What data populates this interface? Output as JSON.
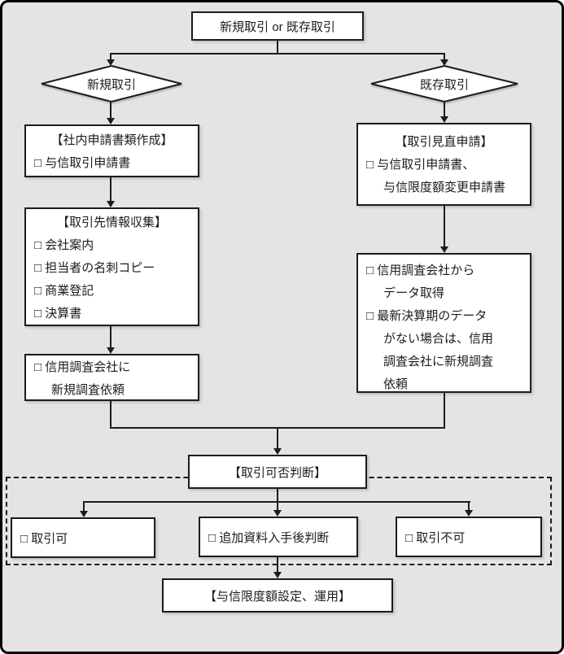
{
  "colors": {
    "background": "#e4e4e4",
    "box_background": "#ffffff",
    "line": "#1c1c1c",
    "text": "#1c1c1c"
  },
  "top_box": {
    "label": "新規取引 or 既存取引"
  },
  "branches": {
    "new": {
      "label": "新規取引"
    },
    "existing": {
      "label": "既存取引"
    }
  },
  "new_path": {
    "box_internal_application": {
      "title": "【社内申請書類作成】",
      "item1": "□ 与信取引申請書"
    },
    "box_partner_info": {
      "title": "【取引先情報収集】",
      "item1": "□ 会社案内",
      "item2": "□ 担当者の名刺コピー",
      "item3": "□ 商業登記",
      "item4": "□ 決算書"
    },
    "box_credit_research": {
      "item1": "□ 信用調査会社に",
      "item1_cont": "新規調査依頼"
    }
  },
  "existing_path": {
    "box_review_application": {
      "title": "【取引見直申請】",
      "item1": "□ 与信取引申請書、",
      "item1_cont": "与信限度額変更申請書"
    },
    "box_data_acquisition": {
      "item1": "□ 信用調査会社から",
      "item1_cont": "データ取得",
      "item2": "□ 最新決算期のデータ",
      "item2_cont1": "がない場合は、信用",
      "item2_cont2": "調査会社に新規調査",
      "item2_cont3": "依頼"
    }
  },
  "judgement": {
    "label": "【取引可否判断】"
  },
  "outcomes": {
    "approved": "□ 取引可",
    "pending": "□ 追加資料入手後判断",
    "rejected": "□ 取引不可"
  },
  "final_box": {
    "label": "【与信限度額設定、運用】"
  }
}
